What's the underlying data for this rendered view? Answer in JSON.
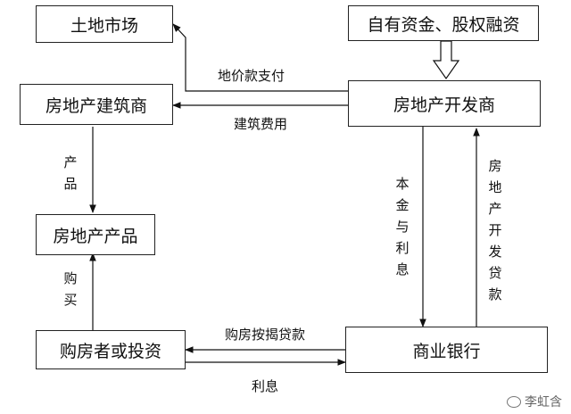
{
  "nodes": {
    "land_market": "土地市场",
    "funds": "自有资金、股权融资",
    "builder": "房地产建筑商",
    "developer": "房地产开发商",
    "product": "房地产产品",
    "buyer": "购房者或投资",
    "bank": "商业银行"
  },
  "edges": {
    "land_payment": "地价款支付",
    "construction_fee": "建筑费用",
    "product": "产品",
    "purchase": "购买",
    "principal_interest": "本金与利息",
    "dev_loan": "房地产开发贷款",
    "mortgage": "购房按揭贷款",
    "interest": "利息"
  },
  "watermark": "李虹含"
}
